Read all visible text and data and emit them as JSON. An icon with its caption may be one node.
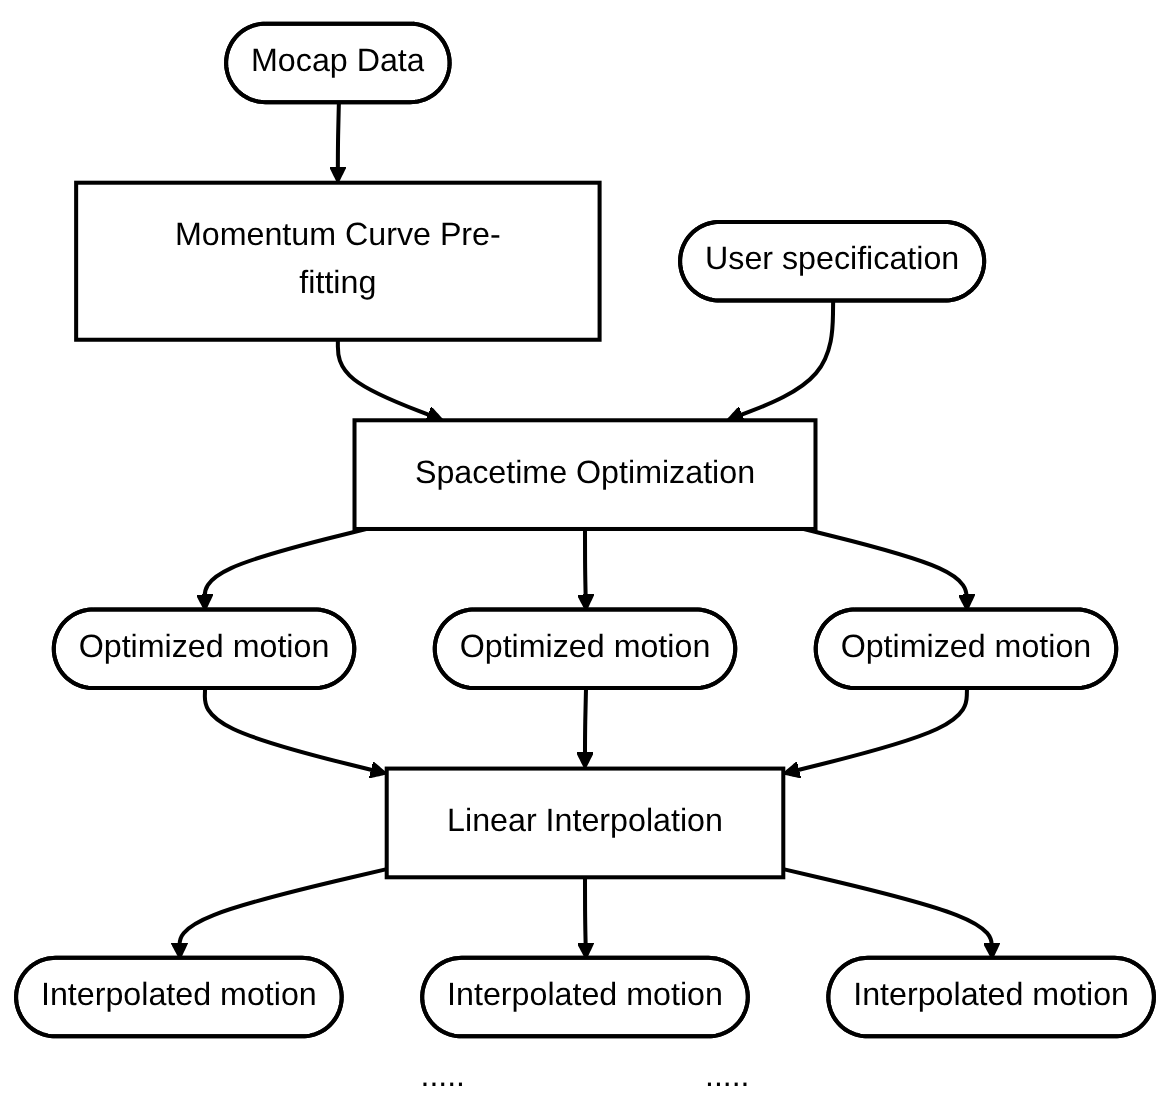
{
  "diagram": {
    "nodes": [
      {
        "text": [
          "Mocap Data"
        ]
      },
      {
        "text": [
          "Momentum Curve Pre-fitting"
        ]
      },
      {
        "text": [
          "User specification"
        ]
      },
      {
        "text": [
          "Spacetime Optimization"
        ]
      },
      {
        "text": [
          "Optimized motion"
        ]
      },
      {
        "text": [
          "Optimized motion"
        ]
      },
      {
        "text": [
          "Optimized motion"
        ]
      },
      {
        "text": [
          "Linear Interpolation"
        ]
      },
      {
        "text": [
          "Interpolated motion"
        ]
      },
      {
        "text": [
          "Interpolated motion"
        ]
      },
      {
        "text": [
          "Interpolated motion"
        ]
      }
    ],
    "edges": [
      {
        "from": 0,
        "to": 1,
        "arrow": "to"
      },
      {
        "from": 1,
        "to": 3,
        "arrow": "to"
      },
      {
        "from": 2,
        "to": 3,
        "arrow": "to"
      },
      {
        "from": 3,
        "to": 4,
        "arrow": "to"
      },
      {
        "from": 3,
        "to": 5,
        "arrow": "to"
      },
      {
        "from": 3,
        "to": 6,
        "arrow": "to"
      },
      {
        "from": 4,
        "to": 7,
        "arrow": "to"
      },
      {
        "from": 5,
        "to": 7,
        "arrow": "to"
      },
      {
        "from": 6,
        "to": 7,
        "arrow": "to"
      },
      {
        "from": 7,
        "to": 8,
        "arrow": "to"
      },
      {
        "from": 7,
        "to": 9,
        "arrow": "to"
      },
      {
        "from": 7,
        "to": 10,
        "arrow": "to"
      }
    ],
    "labels": [
      ".....",
      "....."
    ]
  }
}
